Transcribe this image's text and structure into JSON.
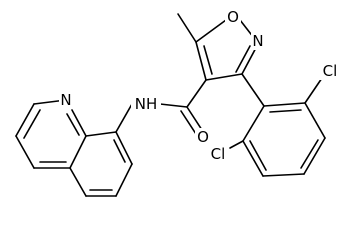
{
  "molecule": {
    "atom_labels": {
      "isoxazole_oxygen": "O",
      "isoxazole_nitrogen": "N",
      "carbonyl_oxygen": "O",
      "amide_nh": "NH",
      "quinoline_nitrogen": "N",
      "chlorine_top": "Cl",
      "chlorine_bottom": "Cl"
    }
  },
  "colors": {
    "bond": "#000000",
    "background": "#ffffff"
  }
}
